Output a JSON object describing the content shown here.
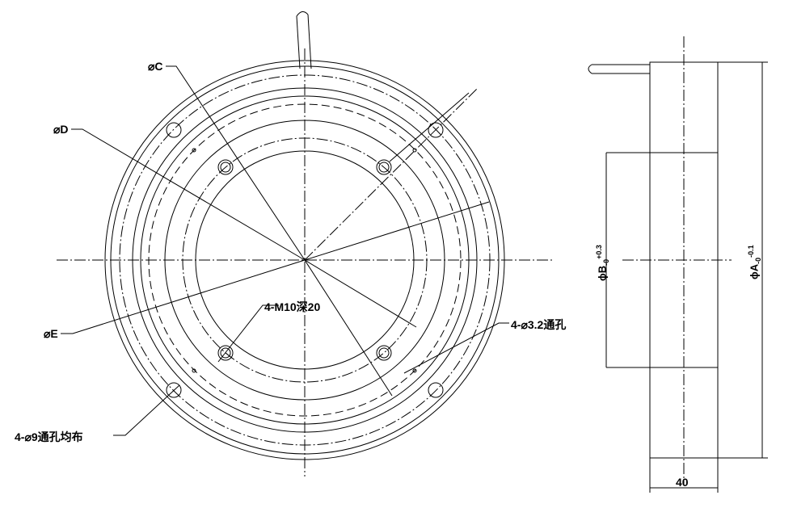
{
  "labels": {
    "dia_c": "⌀C",
    "dia_d": "⌀D",
    "dia_e": "⌀E",
    "m10": "4-M10深20",
    "hole32": "4-⌀3.2通孔",
    "hole9": "4-⌀9通孔均布",
    "dia_b": "ϕB",
    "dia_b_tol_upper": "+0.3",
    "dia_b_tol_lower": "-0",
    "dia_a": "ϕA",
    "dia_a_tol_upper": "-0.1",
    "dia_a_tol_lower": "-0",
    "width": "40"
  },
  "colors": {
    "line": "#000000"
  }
}
